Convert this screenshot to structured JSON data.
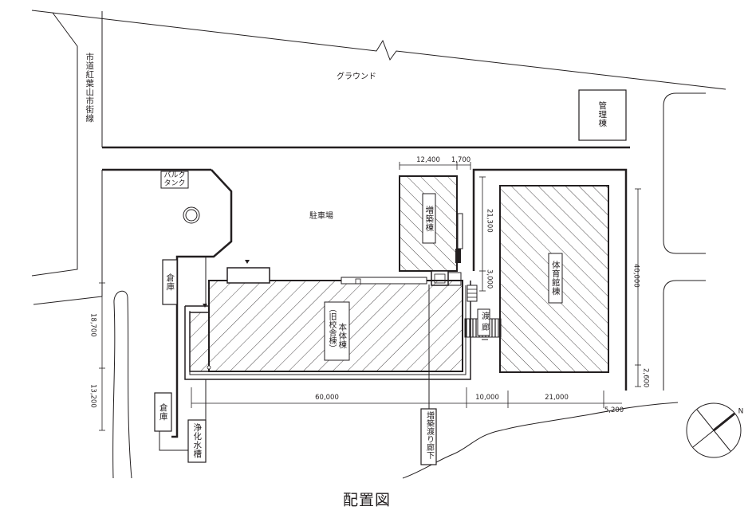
{
  "title": "配置図",
  "road": {
    "label": "市道紅葉山市街線"
  },
  "ground": {
    "label": "グラウンド"
  },
  "buildings": {
    "admin": "管理棟",
    "bulk_tank": [
      "バルク",
      "タンク"
    ],
    "parking": "駐車場",
    "extension": "増築棟",
    "gym": "体育館棟",
    "main": "本体棟",
    "main_sub": "（旧校舎棟）",
    "storage_upper": "倉庫",
    "storage_lower": "倉庫",
    "corridor": "渡廊",
    "extension_corridor": "増築渡り廊下",
    "septic_tank": "浄化水槽"
  },
  "dimensions": {
    "ext_width": "12,400",
    "ext_gap": "1,700",
    "ext_depth": "21,300",
    "ext_connector": "3,000",
    "gym_depth": "40,000",
    "gym_margin": "2,600",
    "left_upper": "18,700",
    "left_lower": "13,200",
    "main_width": "60,000",
    "gap_width": "10,000",
    "gym_width": "21,000",
    "right_margin": "5,200"
  },
  "compass": {
    "north": "N"
  },
  "colors": {
    "line": "#231f20",
    "background": "#ffffff"
  }
}
